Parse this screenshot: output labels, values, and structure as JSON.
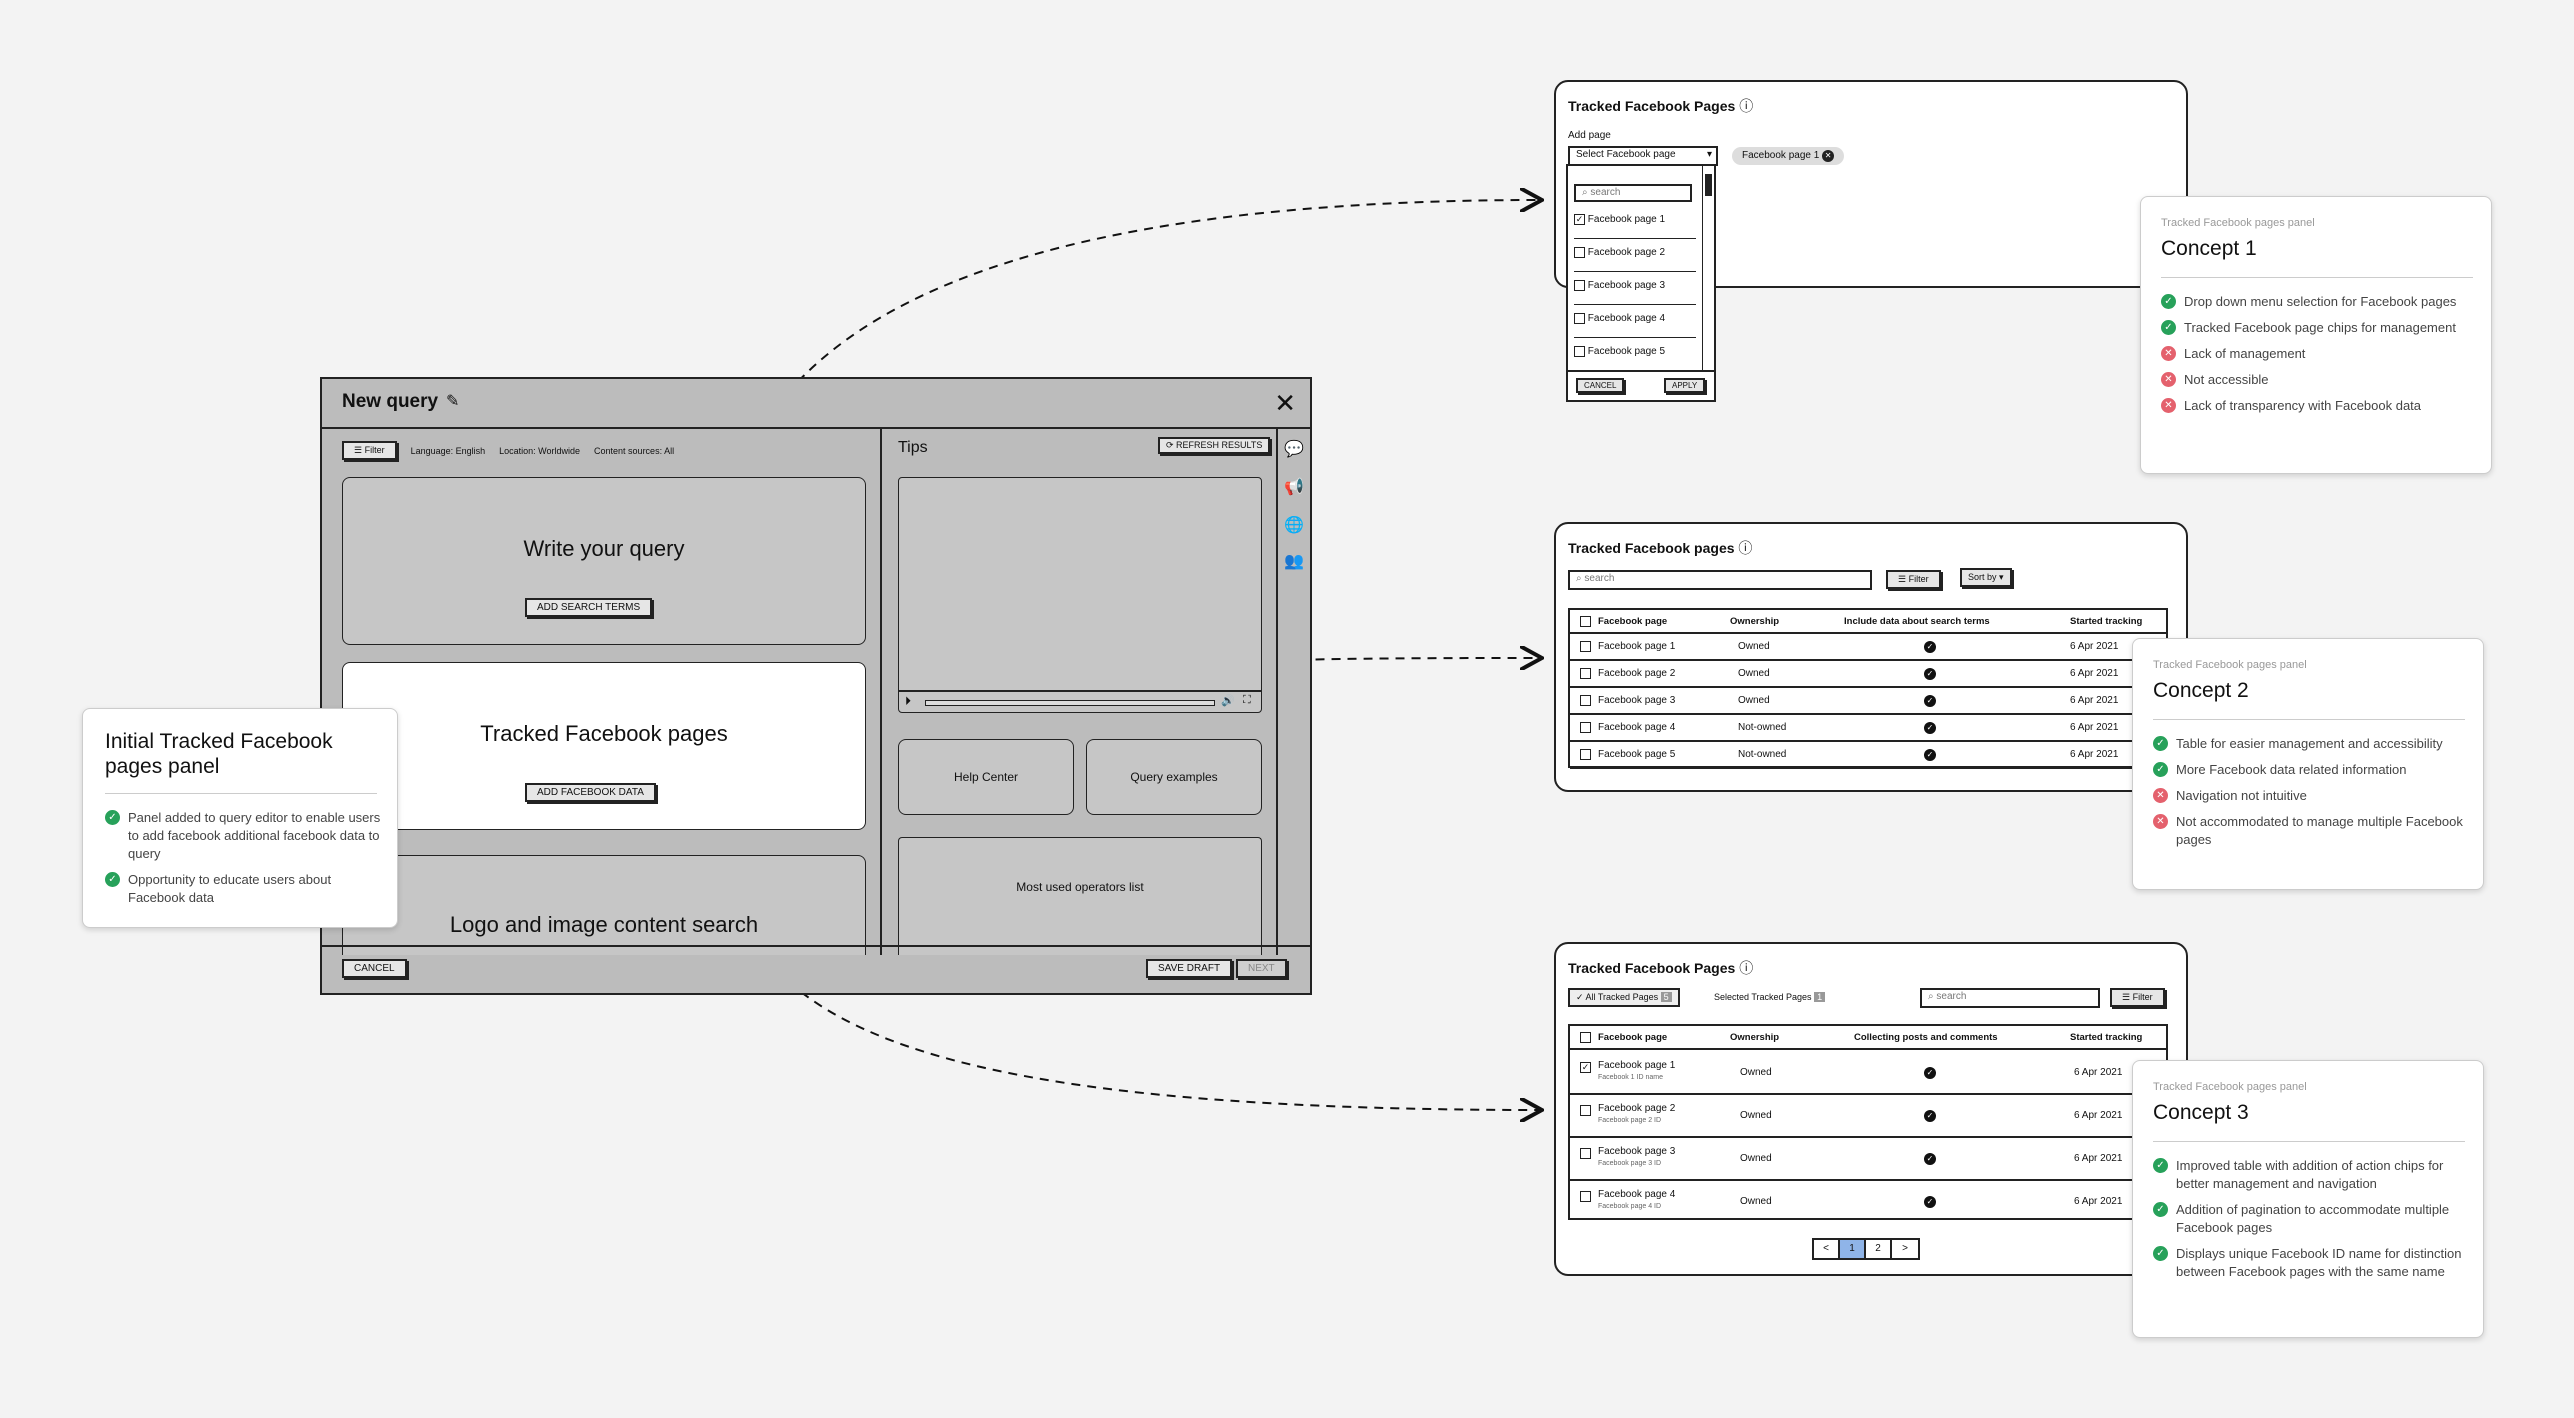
{
  "editor": {
    "title": "New query",
    "filter_label": "Filter",
    "language": "Language: English",
    "location": "Location: Worldwide",
    "sources": "Content sources: All",
    "panel_write": {
      "title": "Write your query",
      "button": "ADD SEARCH TERMS"
    },
    "panel_fb": {
      "title": "Tracked Facebook pages",
      "button": "ADD FACEBOOK DATA"
    },
    "panel_logo": {
      "title": "Logo and image content search"
    },
    "tips": {
      "title": "Tips",
      "refresh": "REFRESH RESULTS",
      "help": "Help Center",
      "examples": "Query examples",
      "operators": "Most used operators list"
    },
    "cancel": "CANCEL",
    "save_draft": "SAVE DRAFT",
    "next": "NEXT"
  },
  "initial_card": {
    "title": "Initial Tracked Facebook pages panel",
    "items": [
      {
        "status": "pro",
        "text": "Panel added to query editor to enable users to add facebook additional facebook data to query"
      },
      {
        "status": "pro",
        "text": "Opportunity to educate users about Facebook data"
      }
    ]
  },
  "concept1": {
    "frame_title": "Tracked Facebook Pages",
    "add_page": "Add page",
    "select_placeholder": "Select Facebook page",
    "chip": "Facebook page 1",
    "search_placeholder": "search",
    "pages": [
      "Facebook page 1",
      "Facebook page 2",
      "Facebook page 3",
      "Facebook page 4",
      "Facebook page 5"
    ],
    "checked": [
      true,
      false,
      false,
      false,
      false
    ],
    "cancel": "CANCEL",
    "apply": "APPLY",
    "card": {
      "subtitle": "Tracked Facebook pages panel",
      "title": "Concept 1",
      "items": [
        {
          "status": "pro",
          "text": "Drop down menu selection for Facebook pages"
        },
        {
          "status": "pro",
          "text": "Tracked Facebook page chips for management"
        },
        {
          "status": "con",
          "text": "Lack of management"
        },
        {
          "status": "con",
          "text": "Not accessible"
        },
        {
          "status": "con",
          "text": "Lack of transparency with Facebook data"
        }
      ]
    }
  },
  "concept2": {
    "frame_title": "Tracked Facebook pages",
    "search_placeholder": "search",
    "filter": "Filter",
    "sort": "Sort by",
    "headers": [
      "Facebook page",
      "Ownership",
      "Include data about search terms",
      "Started tracking"
    ],
    "rows": [
      {
        "page": "Facebook page 1",
        "own": "Owned",
        "date": "6 Apr 2021"
      },
      {
        "page": "Facebook page 2",
        "own": "Owned",
        "date": "6 Apr 2021"
      },
      {
        "page": "Facebook page 3",
        "own": "Owned",
        "date": "6 Apr 2021"
      },
      {
        "page": "Facebook page 4",
        "own": "Not-owned",
        "date": "6 Apr 2021"
      },
      {
        "page": "Facebook page 5",
        "own": "Not-owned",
        "date": "6 Apr 2021"
      }
    ],
    "card": {
      "subtitle": "Tracked Facebook pages panel",
      "title": "Concept 2",
      "items": [
        {
          "status": "pro",
          "text": "Table for easier management and accessibility"
        },
        {
          "status": "pro",
          "text": "More Facebook data related information"
        },
        {
          "status": "con",
          "text": "Navigation not intuitive"
        },
        {
          "status": "con",
          "text": "Not accommodated to manage multiple Facebook pages"
        }
      ]
    }
  },
  "concept3": {
    "frame_title": "Tracked Facebook Pages",
    "chip_all": "All Tracked Pages",
    "chip_all_count": "5",
    "chip_selected": "Selected  Tracked Pages",
    "chip_selected_count": "1",
    "search_placeholder": "search",
    "filter": "Filter",
    "headers": [
      "Facebook page",
      "Ownership",
      "Collecting posts and comments",
      "Started tracking"
    ],
    "rows": [
      {
        "page": "Facebook page 1",
        "id": "Facebook 1 ID name",
        "own": "Owned",
        "date": "6 Apr 2021",
        "checked": true
      },
      {
        "page": "Facebook page 2",
        "id": "Facebook page 2 ID",
        "own": "Owned",
        "date": "6 Apr 2021",
        "checked": false
      },
      {
        "page": "Facebook page 3",
        "id": "Facebook page 3 ID",
        "own": "Owned",
        "date": "6 Apr 2021",
        "checked": false
      },
      {
        "page": "Facebook page 4",
        "id": "Facebook page 4 ID",
        "own": "Owned",
        "date": "6 Apr 2021",
        "checked": false
      }
    ],
    "pagination": [
      "<",
      "1",
      "2",
      ">"
    ],
    "current_page": "1",
    "card": {
      "subtitle": "Tracked Facebook pages panel",
      "title": "Concept 3",
      "items": [
        {
          "status": "pro",
          "text": "Improved table with addition of action chips for better management and navigation"
        },
        {
          "status": "pro",
          "text": "Addition of pagination to accommodate multiple Facebook pages"
        },
        {
          "status": "pro",
          "text": "Displays unique Facebook ID name for distinction between Facebook pages with the same name"
        }
      ]
    }
  },
  "colors": {
    "background": "#f3f3f3",
    "wireframe": "#bcbcbc",
    "pro": "#27a15a",
    "con": "#e4616d",
    "page_highlight": "#8fb4e8"
  }
}
